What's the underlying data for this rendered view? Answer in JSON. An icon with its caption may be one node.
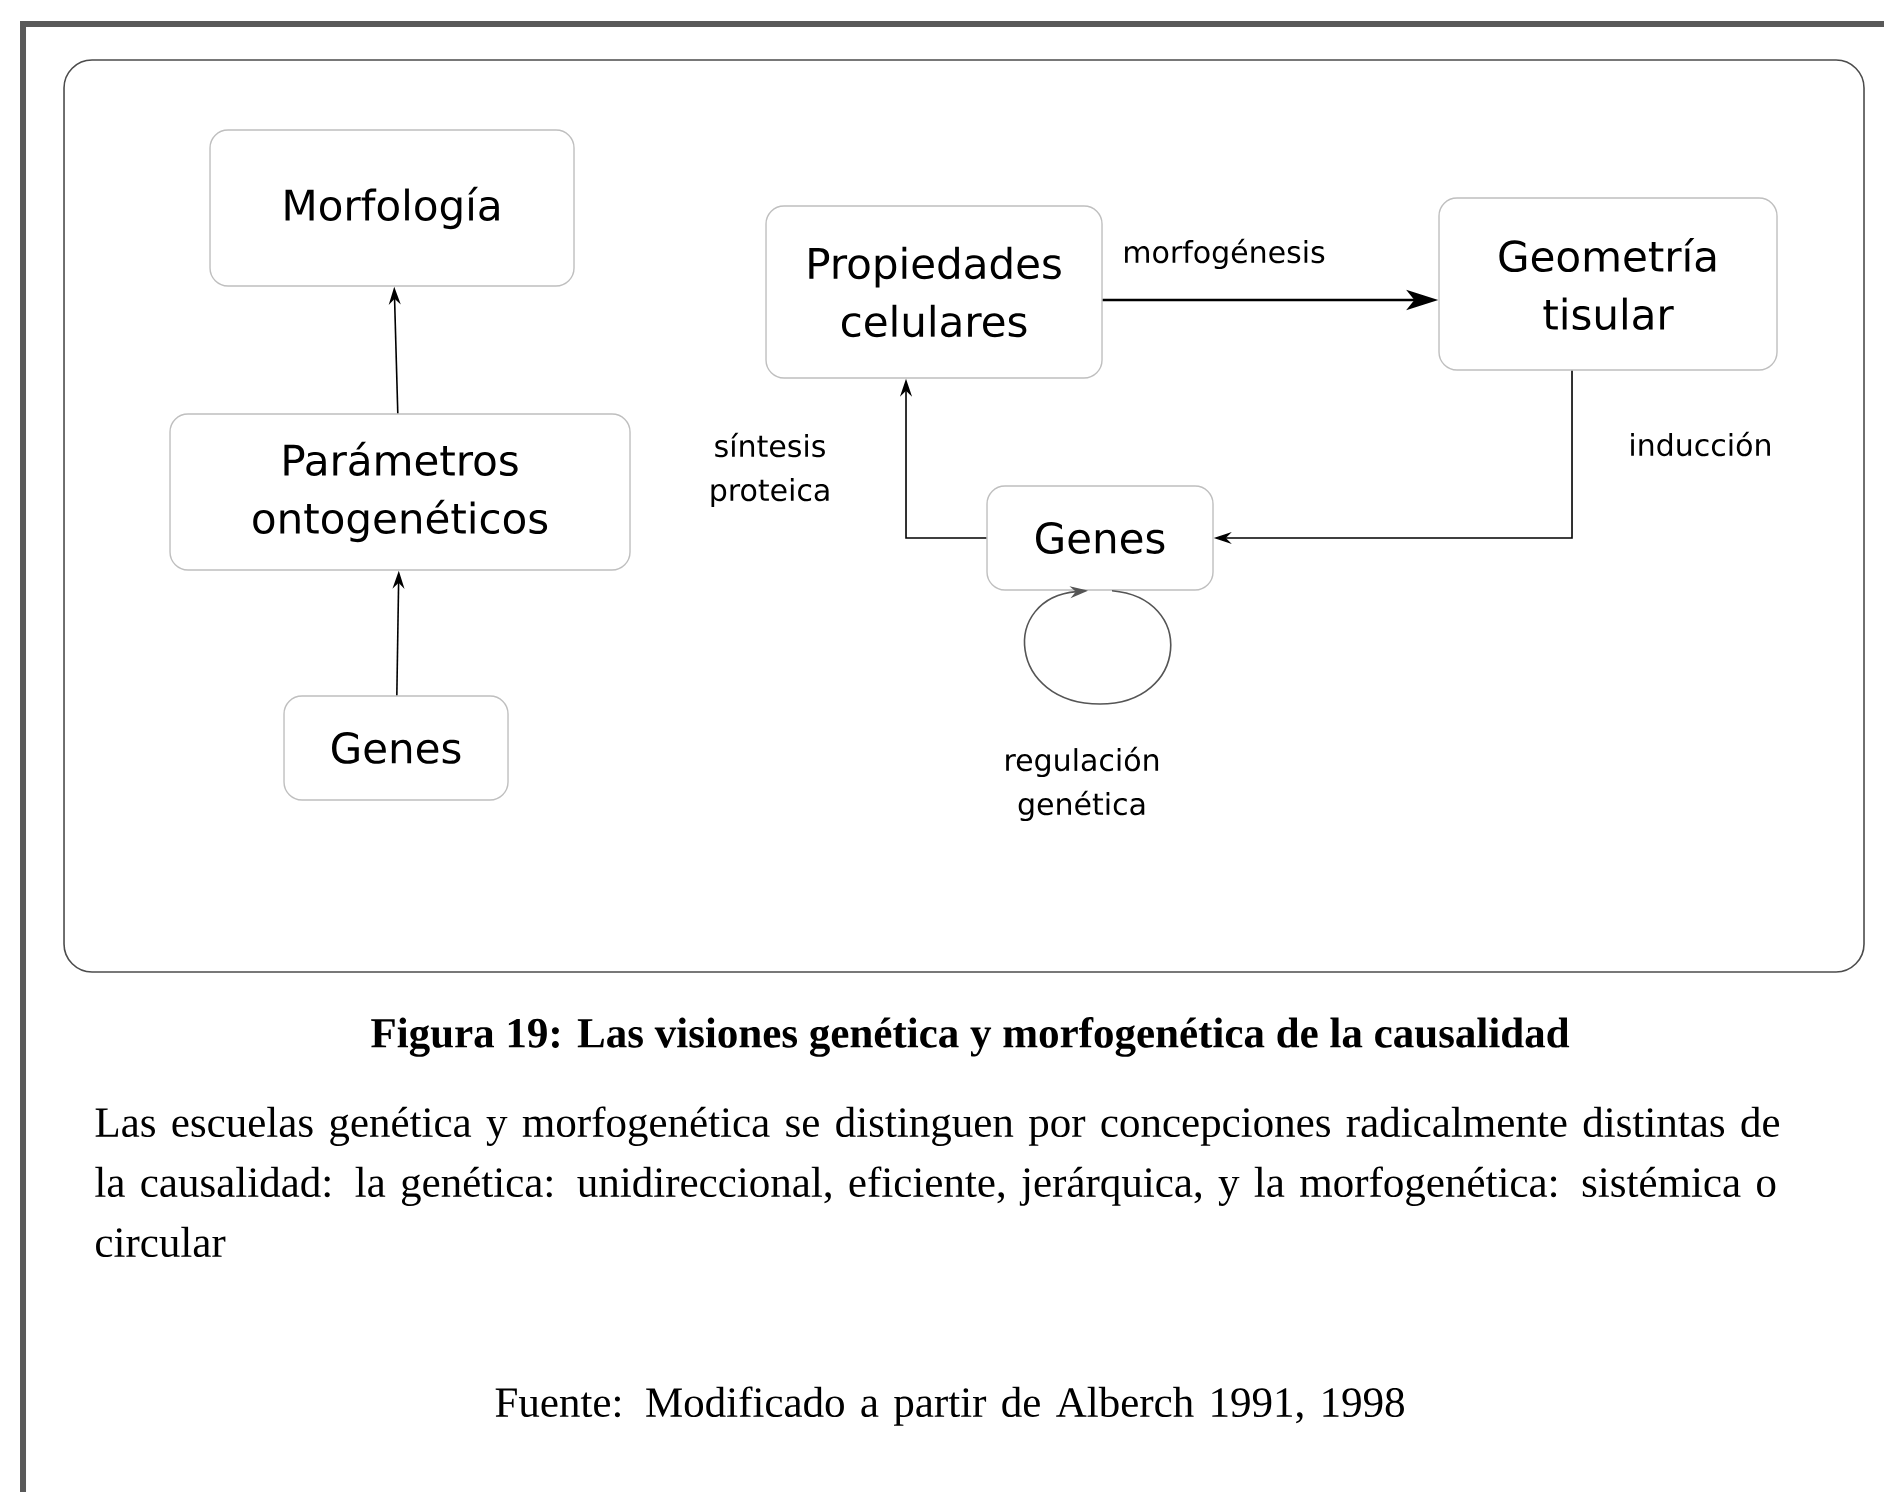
{
  "diagram": {
    "caption": "Figura 19: Las visiones genética y morfogenética de la causalidad",
    "nodes": [
      {
        "text": [
          "Morfología"
        ]
      },
      {
        "text": [
          "Parámetros ontogenéticos"
        ]
      },
      {
        "text": [
          "Genes"
        ]
      },
      {
        "text": [
          "Propiedades celulares"
        ]
      },
      {
        "text": [
          "Geometría tisular"
        ]
      },
      {
        "text": [
          "Genes"
        ]
      }
    ],
    "edges": [
      {
        "from": 1,
        "to": 0,
        "arrow": "to"
      },
      {
        "from": 2,
        "to": 1,
        "arrow": "to"
      },
      {
        "from": 3,
        "to": 4,
        "arrow": "to",
        "label": "morfogénesis"
      },
      {
        "from": 5,
        "to": 3,
        "arrow": "to",
        "label": "síntesis proteica"
      },
      {
        "from": 4,
        "to": 5,
        "arrow": "to",
        "label": "inducción"
      },
      {
        "from": 5,
        "to": 5,
        "arrow": "to",
        "label": "regulación genética",
        "color": "#555555"
      }
    ],
    "labels": [
      "Las escuelas genética y morfogenética se distinguen por concepciones radicalmente distintas de la causalidad: la genética: unidireccional, eficiente, jerárquica, y la morfogenética: sistémica o circular",
      "Fuente: Modificado a partir de Alberch 1991, 1998"
    ]
  }
}
